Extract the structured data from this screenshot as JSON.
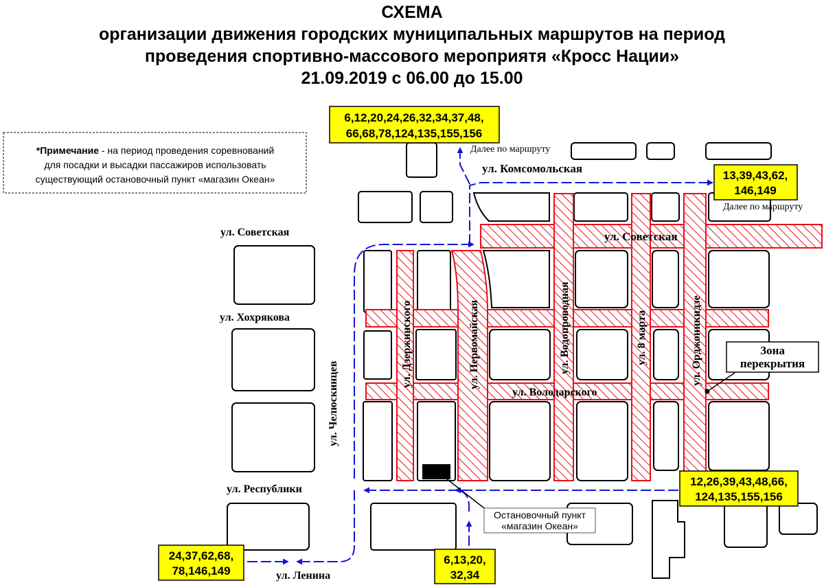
{
  "title": {
    "line1": "СХЕМА",
    "line2": "организации движения городских муниципальных маршрутов на период",
    "line3": "проведения спортивно-массового мероприятя «Кросс Нации»",
    "line4": "21.09.2019 с 06.00 до 15.00"
  },
  "note": {
    "bold": "*Примечание",
    "line1": " - на период проведения соревнований",
    "line2": "для посадки и высадки пассажиров использовать",
    "line3": "существующий остановочный пункт «магазин Океан»"
  },
  "route_boxes": {
    "top_line1": "6,12,20,24,26,32,34,37,48,",
    "top_line2": "66,68,78,124,135,155,156",
    "right_top_line1": "13,39,43,62,",
    "right_top_line2": "146,149",
    "right_bottom_line1": "12,26,39,43,48,66,",
    "right_bottom_line2": "124,135,155,156",
    "left_bottom_line1": "24,37,62,68,",
    "left_bottom_line2": "78,146,149",
    "bottom_line1": "6,13,20,",
    "bottom_line2": "32,34"
  },
  "streets": {
    "komsomolskaya": "ул. Комсомольская",
    "sovetskaya": "ул. Советская",
    "sovetskaya_left": "ул. Советская",
    "khokhryakova": "ул. Хохрякова",
    "respubliki": "ул. Республики",
    "lenina": "ул. Ленина",
    "chelyuskintsev": "ул. Челюскинцев",
    "dzerzhinskogo": "ул. Дзержинского",
    "pervomayskaya": "ул. Первомайская",
    "vodoprovodnaya": "ул. Водопроводная",
    "vos_marta": "ул. 8 марта",
    "ordzhonikidze": "ул. Орджоникидзе",
    "volodarskogo": "ул. Володарского"
  },
  "labels": {
    "further_top": "Далее по маршруту",
    "further_right": "Далее по маршруту",
    "zone_line1": "Зона",
    "zone_line2": "перекрытия",
    "stop_line1": "Остановочный пункт",
    "stop_line2": "«магазин Океан»"
  },
  "colors": {
    "closure_stroke": "#e8101c",
    "closure_hatch": "#e8101c",
    "route_arrow": "#1414d8",
    "route_box_fill": "#ffff00",
    "stop_marker": "#000000"
  }
}
